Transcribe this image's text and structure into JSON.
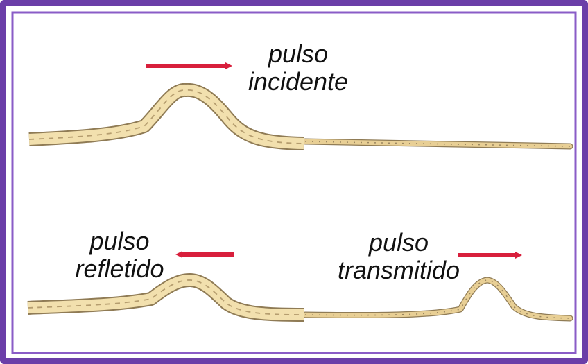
{
  "labels": {
    "incident_line1": "pulso",
    "incident_line2": "incidente",
    "reflected_line1": "pulso",
    "reflected_line2": "refletido",
    "transmitted_line1": "pulso",
    "transmitted_line2": "transmitido"
  },
  "colors": {
    "frame_outer": "#6b3ea8",
    "frame_inner": "#8a5cc7",
    "arrow": "#d81f3c",
    "thick_rope": "#f2e0ae",
    "thin_rope": "#e8cf95",
    "rope_outline": "#8f7b55"
  },
  "icons": {
    "incident_arrow": "arrow-right-icon",
    "reflected_arrow": "arrow-left-icon",
    "transmitted_arrow": "arrow-right-icon"
  }
}
